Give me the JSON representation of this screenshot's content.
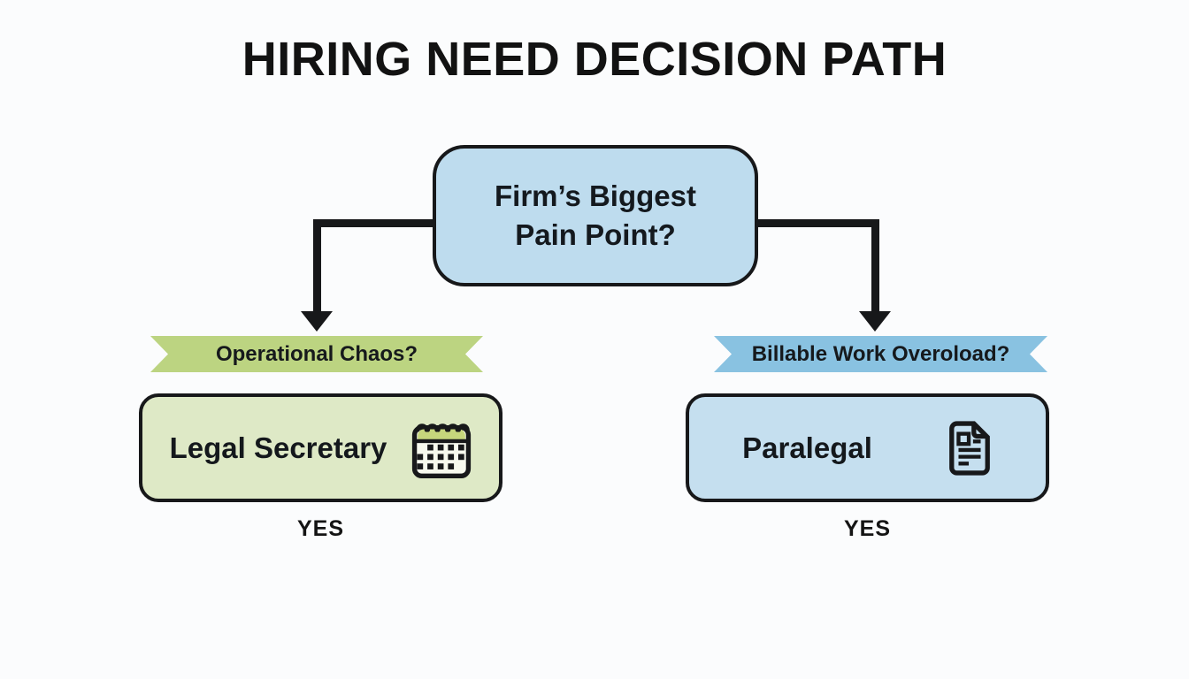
{
  "title": "HIRING NEED DECISION PATH",
  "root": {
    "label": "Firm’s Biggest\nPain Point?"
  },
  "branches": {
    "left": {
      "question": "Operational Chaos?",
      "role": "Legal Secretary",
      "icon": "calendar-icon",
      "answer": "YES"
    },
    "right": {
      "question": "Billable Work Overoload?",
      "role": "Paralegal",
      "icon": "document-icon",
      "answer": "YES"
    }
  },
  "colors": {
    "background": "#fbfcfd",
    "outline": "#17181a",
    "root_fill": "#bedcee",
    "left_ribbon": "#bcd481",
    "right_ribbon": "#89c2e1",
    "left_box_fill": "#dee9c6",
    "right_box_fill": "#c5dfef",
    "calendar_header": "#c6d67c",
    "calendar_face": "#f7f9ee"
  }
}
